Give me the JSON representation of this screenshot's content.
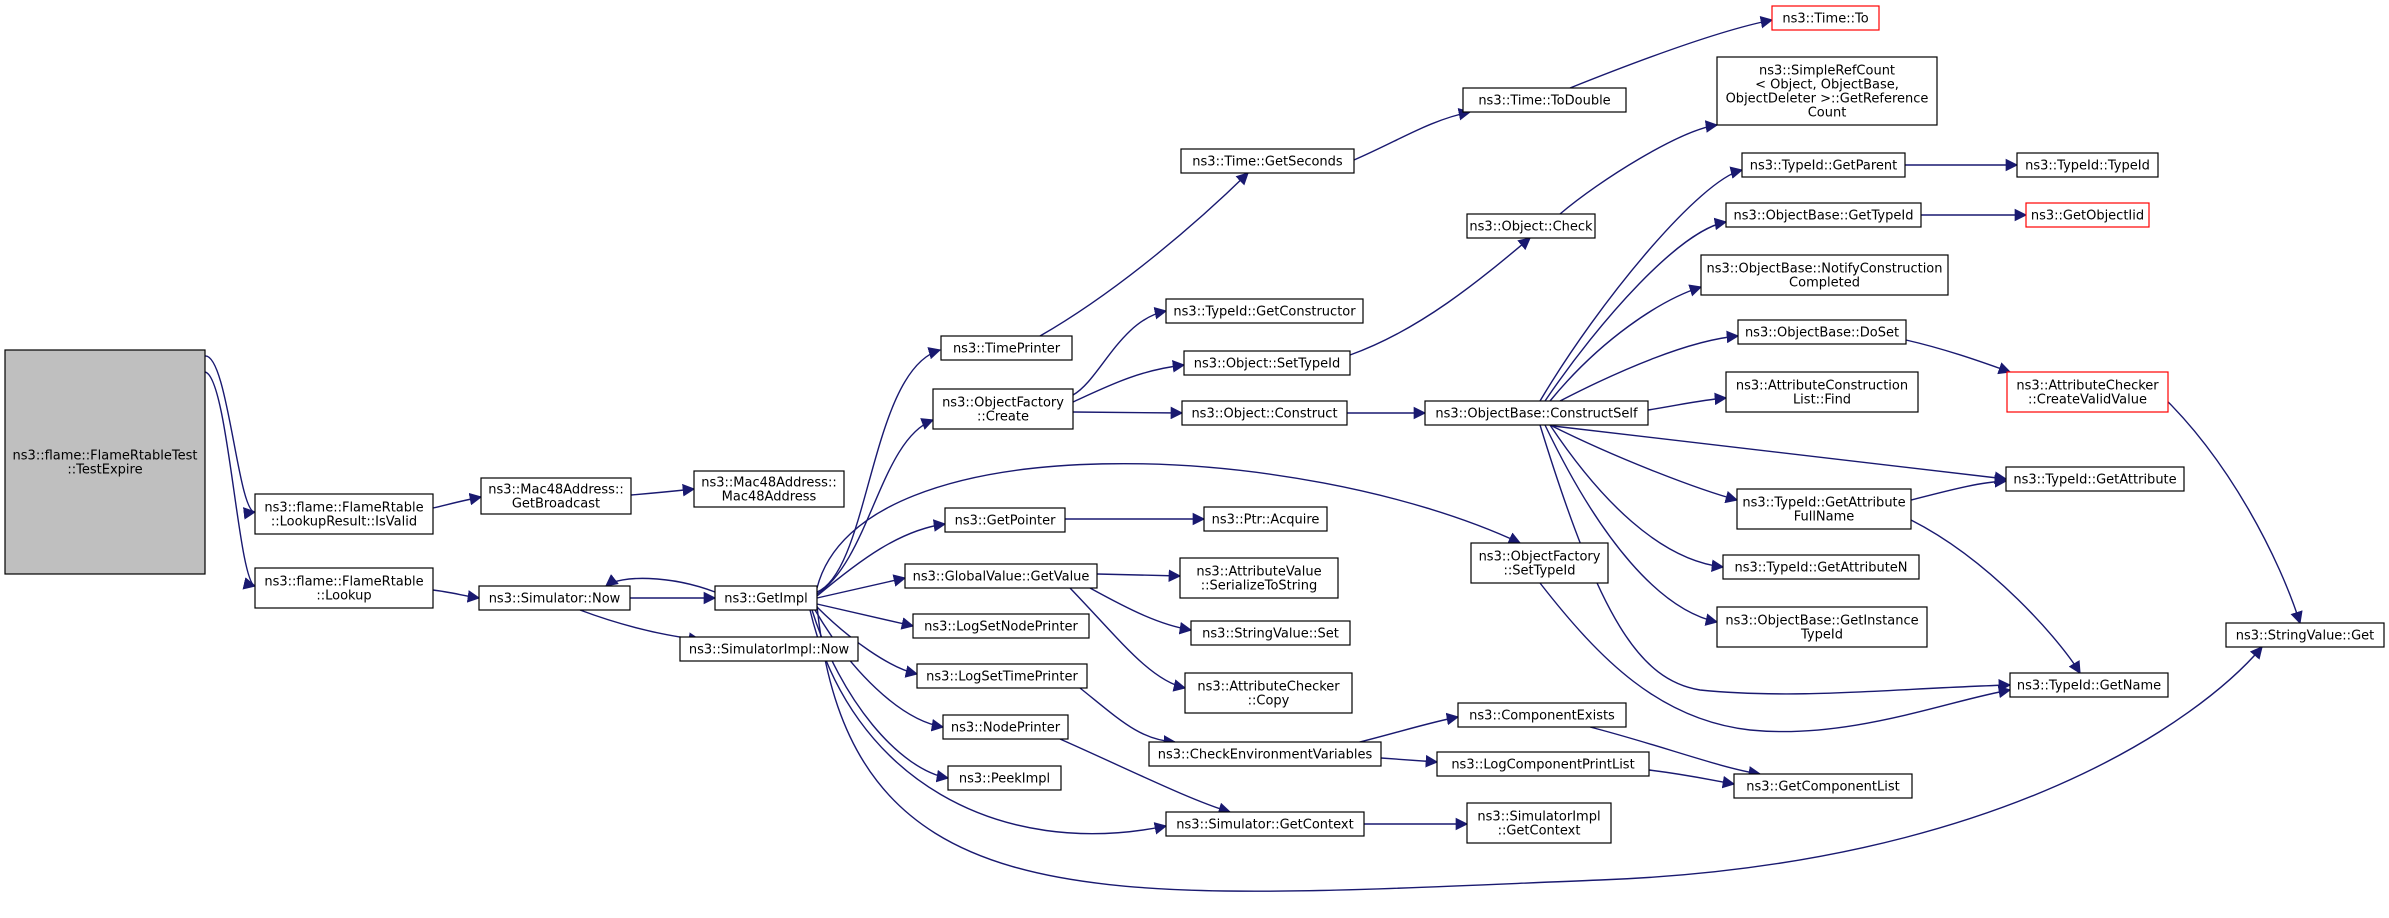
{
  "diagram": {
    "type": "call-graph",
    "colors": {
      "edge": "#191970",
      "root_fill": "#bfbfbf",
      "truncated_border": "#ff0000",
      "node_border": "#000000"
    },
    "nodes": [
      {
        "id": "n1",
        "lines": [
          "ns3::flame::FlameRtableTest",
          "::TestExpire"
        ],
        "root": true
      },
      {
        "id": "n2",
        "lines": [
          "ns3::flame::FlameRtable",
          "::LookupResult::IsValid"
        ]
      },
      {
        "id": "n3",
        "lines": [
          "ns3::flame::FlameRtable",
          "::Lookup"
        ]
      },
      {
        "id": "n4",
        "lines": [
          "ns3::Mac48Address::",
          "GetBroadcast"
        ]
      },
      {
        "id": "n5",
        "lines": [
          "ns3::Mac48Address::",
          "Mac48Address"
        ]
      },
      {
        "id": "n6",
        "lines": [
          "ns3::Simulator::Now"
        ]
      },
      {
        "id": "n7",
        "lines": [
          "ns3::GetImpl"
        ]
      },
      {
        "id": "n8",
        "lines": [
          "ns3::SimulatorImpl::Now"
        ]
      },
      {
        "id": "n9",
        "lines": [
          "ns3::TimePrinter"
        ]
      },
      {
        "id": "n10",
        "lines": [
          "ns3::ObjectFactory",
          "::Create"
        ]
      },
      {
        "id": "n11",
        "lines": [
          "ns3::GetPointer"
        ]
      },
      {
        "id": "n12",
        "lines": [
          "ns3::GlobalValue::GetValue"
        ]
      },
      {
        "id": "n13",
        "lines": [
          "ns3::LogSetNodePrinter"
        ]
      },
      {
        "id": "n14",
        "lines": [
          "ns3::LogSetTimePrinter"
        ]
      },
      {
        "id": "n15",
        "lines": [
          "ns3::NodePrinter"
        ]
      },
      {
        "id": "n16",
        "lines": [
          "ns3::PeekImpl"
        ]
      },
      {
        "id": "n17",
        "lines": [
          "ns3::Time::GetSeconds"
        ]
      },
      {
        "id": "n18",
        "lines": [
          "ns3::TypeId::GetConstructor"
        ]
      },
      {
        "id": "n19",
        "lines": [
          "ns3::Object::SetTypeId"
        ]
      },
      {
        "id": "n20",
        "lines": [
          "ns3::Object::Construct"
        ]
      },
      {
        "id": "n21",
        "lines": [
          "ns3::Ptr::Acquire"
        ]
      },
      {
        "id": "n22",
        "lines": [
          "ns3::AttributeValue",
          "::SerializeToString"
        ]
      },
      {
        "id": "n23",
        "lines": [
          "ns3::StringValue::Set"
        ]
      },
      {
        "id": "n24",
        "lines": [
          "ns3::AttributeChecker",
          "::Copy"
        ]
      },
      {
        "id": "n25",
        "lines": [
          "ns3::CheckEnvironmentVariables"
        ]
      },
      {
        "id": "n26",
        "lines": [
          "ns3::Simulator::GetContext"
        ]
      },
      {
        "id": "n27",
        "lines": [
          "ns3::Time::ToDouble"
        ]
      },
      {
        "id": "n28",
        "lines": [
          "ns3::Object::Check"
        ]
      },
      {
        "id": "n29",
        "lines": [
          "ns3::ObjectBase::ConstructSelf"
        ]
      },
      {
        "id": "n30",
        "lines": [
          "ns3::ObjectFactory",
          "::SetTypeId"
        ]
      },
      {
        "id": "n31",
        "lines": [
          "ns3::ComponentExists"
        ]
      },
      {
        "id": "n32",
        "lines": [
          "ns3::LogComponentPrintList"
        ]
      },
      {
        "id": "n33",
        "lines": [
          "ns3::SimulatorImpl",
          "::GetContext"
        ]
      },
      {
        "id": "n34",
        "lines": [
          "ns3::Time::To"
        ],
        "truncated": true
      },
      {
        "id": "n35",
        "lines": [
          "ns3::SimpleRefCount",
          "< Object, ObjectBase,",
          " ObjectDeleter >::GetReference",
          "Count"
        ]
      },
      {
        "id": "n36",
        "lines": [
          "ns3::TypeId::GetParent"
        ]
      },
      {
        "id": "n37",
        "lines": [
          "ns3::ObjectBase::GetTypeId"
        ]
      },
      {
        "id": "n38",
        "lines": [
          "ns3::ObjectBase::NotifyConstruction",
          "Completed"
        ]
      },
      {
        "id": "n39",
        "lines": [
          "ns3::ObjectBase::DoSet"
        ]
      },
      {
        "id": "n40",
        "lines": [
          "ns3::AttributeConstruction",
          "List::Find"
        ]
      },
      {
        "id": "n41",
        "lines": [
          "ns3::TypeId::GetAttribute",
          "FullName"
        ]
      },
      {
        "id": "n42",
        "lines": [
          "ns3::TypeId::GetAttributeN"
        ]
      },
      {
        "id": "n43",
        "lines": [
          "ns3::ObjectBase::GetInstance",
          "TypeId"
        ]
      },
      {
        "id": "n44",
        "lines": [
          "ns3::GetComponentList"
        ]
      },
      {
        "id": "n45",
        "lines": [
          "ns3::TypeId::TypeId"
        ]
      },
      {
        "id": "n46",
        "lines": [
          "ns3::GetObjectIid"
        ],
        "truncated": true
      },
      {
        "id": "n47",
        "lines": [
          "ns3::AttributeChecker",
          "::CreateValidValue"
        ],
        "truncated": true
      },
      {
        "id": "n48",
        "lines": [
          "ns3::TypeId::GetAttribute"
        ]
      },
      {
        "id": "n49",
        "lines": [
          "ns3::TypeId::GetName"
        ]
      },
      {
        "id": "n50",
        "lines": [
          "ns3::StringValue::Get"
        ]
      }
    ],
    "edges": [
      [
        "n1",
        "n2"
      ],
      [
        "n1",
        "n3"
      ],
      [
        "n2",
        "n4"
      ],
      [
        "n4",
        "n5"
      ],
      [
        "n3",
        "n6"
      ],
      [
        "n6",
        "n7"
      ],
      [
        "n6",
        "n8"
      ],
      [
        "n7",
        "n6"
      ],
      [
        "n7",
        "n9"
      ],
      [
        "n7",
        "n10"
      ],
      [
        "n7",
        "n11"
      ],
      [
        "n7",
        "n12"
      ],
      [
        "n7",
        "n13"
      ],
      [
        "n7",
        "n14"
      ],
      [
        "n7",
        "n15"
      ],
      [
        "n7",
        "n16"
      ],
      [
        "n7",
        "n26"
      ],
      [
        "n7",
        "n30"
      ],
      [
        "n7",
        "n50"
      ],
      [
        "n9",
        "n17"
      ],
      [
        "n17",
        "n27"
      ],
      [
        "n27",
        "n34"
      ],
      [
        "n10",
        "n18"
      ],
      [
        "n10",
        "n19"
      ],
      [
        "n10",
        "n20"
      ],
      [
        "n19",
        "n28"
      ],
      [
        "n28",
        "n35"
      ],
      [
        "n20",
        "n29"
      ],
      [
        "n29",
        "n36"
      ],
      [
        "n29",
        "n37"
      ],
      [
        "n29",
        "n38"
      ],
      [
        "n29",
        "n39"
      ],
      [
        "n29",
        "n40"
      ],
      [
        "n29",
        "n41"
      ],
      [
        "n29",
        "n42"
      ],
      [
        "n29",
        "n43"
      ],
      [
        "n29",
        "n48"
      ],
      [
        "n29",
        "n49"
      ],
      [
        "n36",
        "n45"
      ],
      [
        "n37",
        "n46"
      ],
      [
        "n39",
        "n47"
      ],
      [
        "n47",
        "n50"
      ],
      [
        "n41",
        "n48"
      ],
      [
        "n41",
        "n49"
      ],
      [
        "n30",
        "n49"
      ],
      [
        "n11",
        "n21"
      ],
      [
        "n12",
        "n22"
      ],
      [
        "n12",
        "n23"
      ],
      [
        "n12",
        "n24"
      ],
      [
        "n14",
        "n25"
      ],
      [
        "n15",
        "n26"
      ],
      [
        "n25",
        "n31"
      ],
      [
        "n25",
        "n32"
      ],
      [
        "n31",
        "n44"
      ],
      [
        "n32",
        "n44"
      ],
      [
        "n26",
        "n33"
      ]
    ]
  }
}
